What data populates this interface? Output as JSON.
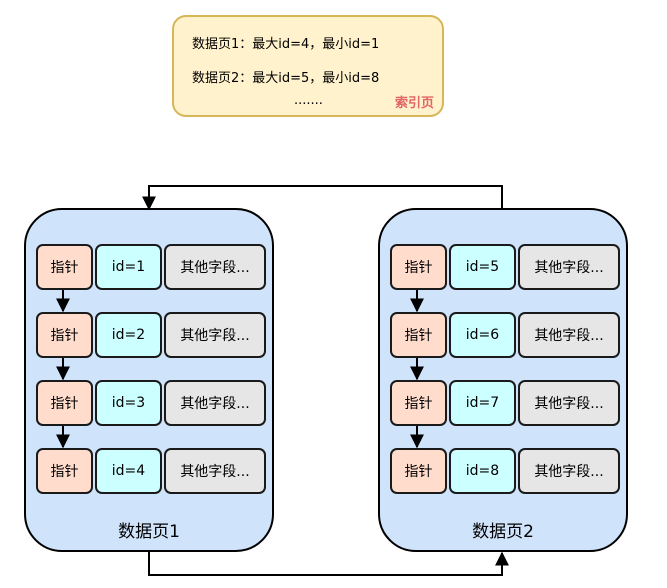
{
  "index_page": {
    "line1": "数据页1：最大id=4，最小id=1",
    "line2": "数据页2：最大id=5，最小id=8",
    "line3": ".......",
    "tag": "索引页",
    "tag_color": "#e06666"
  },
  "pages": [
    {
      "title": "数据页1",
      "records": [
        {
          "pointer": "指针",
          "id": "id=1",
          "other": "其他字段..."
        },
        {
          "pointer": "指针",
          "id": "id=2",
          "other": "其他字段..."
        },
        {
          "pointer": "指针",
          "id": "id=3",
          "other": "其他字段..."
        },
        {
          "pointer": "指针",
          "id": "id=4",
          "other": "其他字段..."
        }
      ]
    },
    {
      "title": "数据页2",
      "records": [
        {
          "pointer": "指针",
          "id": "id=5",
          "other": "其他字段..."
        },
        {
          "pointer": "指针",
          "id": "id=6",
          "other": "其他字段..."
        },
        {
          "pointer": "指针",
          "id": "id=7",
          "other": "其他字段..."
        },
        {
          "pointer": "指针",
          "id": "id=8",
          "other": "其他字段..."
        }
      ]
    }
  ],
  "colors": {
    "index_fill": "#fff2cc",
    "index_border": "#d6b656",
    "page_fill": "#cfe3fb",
    "pointer_fill": "#ffdccc",
    "id_fill": "#ccffff",
    "other_fill": "#e6e6e6"
  }
}
